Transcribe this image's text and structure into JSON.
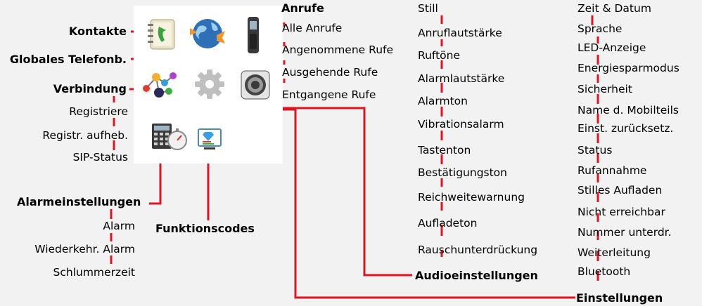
{
  "colors": {
    "line": "#e0141e",
    "background": "#f2f2f2",
    "panel": "#ffffff"
  },
  "icons": {
    "contacts": "address-book-icon",
    "global_phonebook": "globe-icon",
    "calls": "cordless-phone-icon",
    "connection": "network-nodes-icon",
    "settings": "gear-icon",
    "audio": "speaker-icon",
    "alarm": "calculator-stopwatch-icon",
    "function_codes": "monitor-icon"
  },
  "headings": {
    "contacts": "Kontakte",
    "global_phonebook": "Globales Telefonb.",
    "calls": "Anrufe",
    "connection": "Verbindung",
    "alarm": "Alarmeinstellungen",
    "function_codes": "Funktionscodes",
    "audio": "Audioeinstellungen",
    "settings": "Einstellungen"
  },
  "calls_items": [
    "Alle Anrufe",
    "Angenommene Rufe",
    "Ausgehende Rufe",
    "Entgangene Rufe"
  ],
  "connection_items": [
    "Registriere",
    "Registr. aufheb.",
    "SIP-Status"
  ],
  "alarm_items": [
    "Alarm",
    "Wiederkehr. Alarm",
    "Schlummerzeit"
  ],
  "audio_items": [
    "Still",
    "Anruflautstärke",
    "Ruftöne",
    "Alarmlautstärke",
    "Alarmton",
    "Vibrationsalarm",
    "Tastenton",
    "Bestätigungston",
    "Reichweitewarnung",
    "Aufladeton",
    "Rauschunterdrückung"
  ],
  "settings_items": [
    "Zeit & Datum",
    "Sprache",
    "LED-Anzeige",
    "Energiesparmodus",
    "Sicherheit",
    "Name d. Mobilteils",
    "Einst. zurücksetz.",
    "Status",
    "Rufannahme",
    "Stilles Aufladen",
    "Nicht erreichbar",
    "Nummer unterdr.",
    "Weiterleitung",
    "Bluetooth"
  ]
}
